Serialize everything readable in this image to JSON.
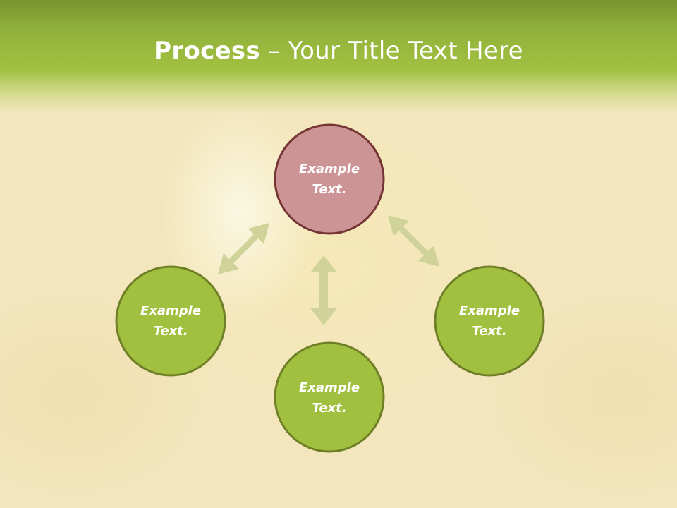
{
  "title": {
    "bold": "Process",
    "rest": " – Your Title Text Here"
  },
  "nodes": [
    {
      "line1": "Example",
      "line2": "Text."
    },
    {
      "line1": "Example",
      "line2": "Text."
    },
    {
      "line1": "Example",
      "line2": "Text."
    },
    {
      "line1": "Example",
      "line2": "Text."
    }
  ],
  "colors": {
    "center_fill": "#cd9496",
    "center_stroke": "#743534",
    "outer_fill": "#a2c03f",
    "outer_stroke": "#6e7f27",
    "arrow": "#cfd39a"
  }
}
